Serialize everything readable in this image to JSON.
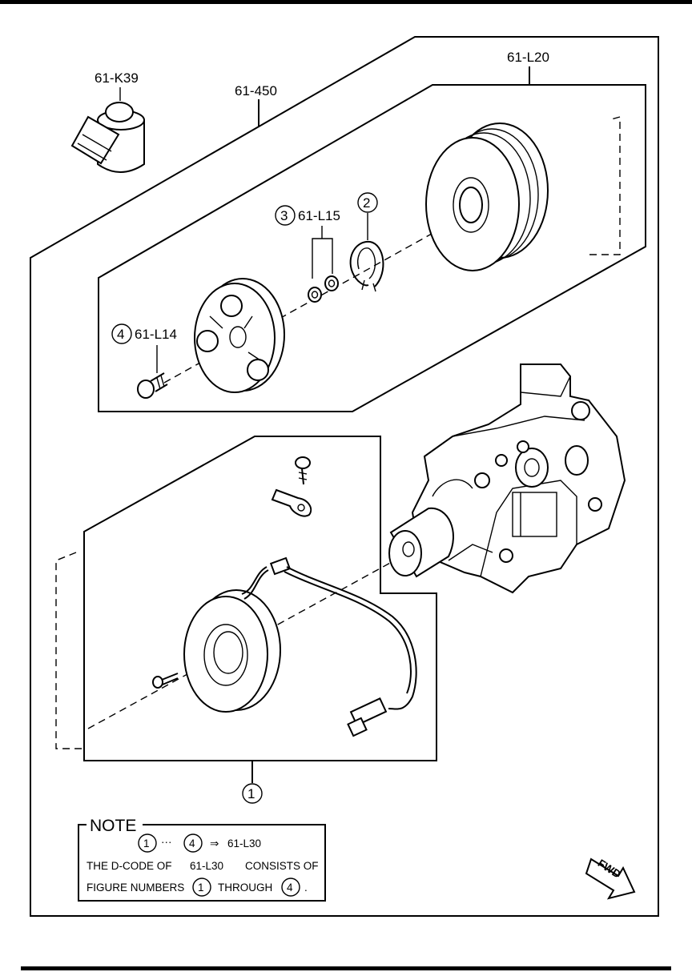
{
  "labels": {
    "k39": "61-K39",
    "assembly_450": "61-450",
    "l20": "61-L20",
    "l15": "61-L15",
    "l14": "61-L14"
  },
  "callouts": {
    "c1": "1",
    "c2": "2",
    "c3": "3",
    "c4": "4"
  },
  "note": {
    "title": "NOTE",
    "range_sep": "···",
    "arrow": "⇒",
    "range_code": "61-L30",
    "line2_prefix": "THE D-CODE OF",
    "line2_code": "61-L30",
    "line2_suffix": "CONSISTS OF",
    "line3_prefix": "FIGURE NUMBERS",
    "line3_through": "THROUGH",
    "line3_end": "."
  },
  "fwd": "FWD"
}
